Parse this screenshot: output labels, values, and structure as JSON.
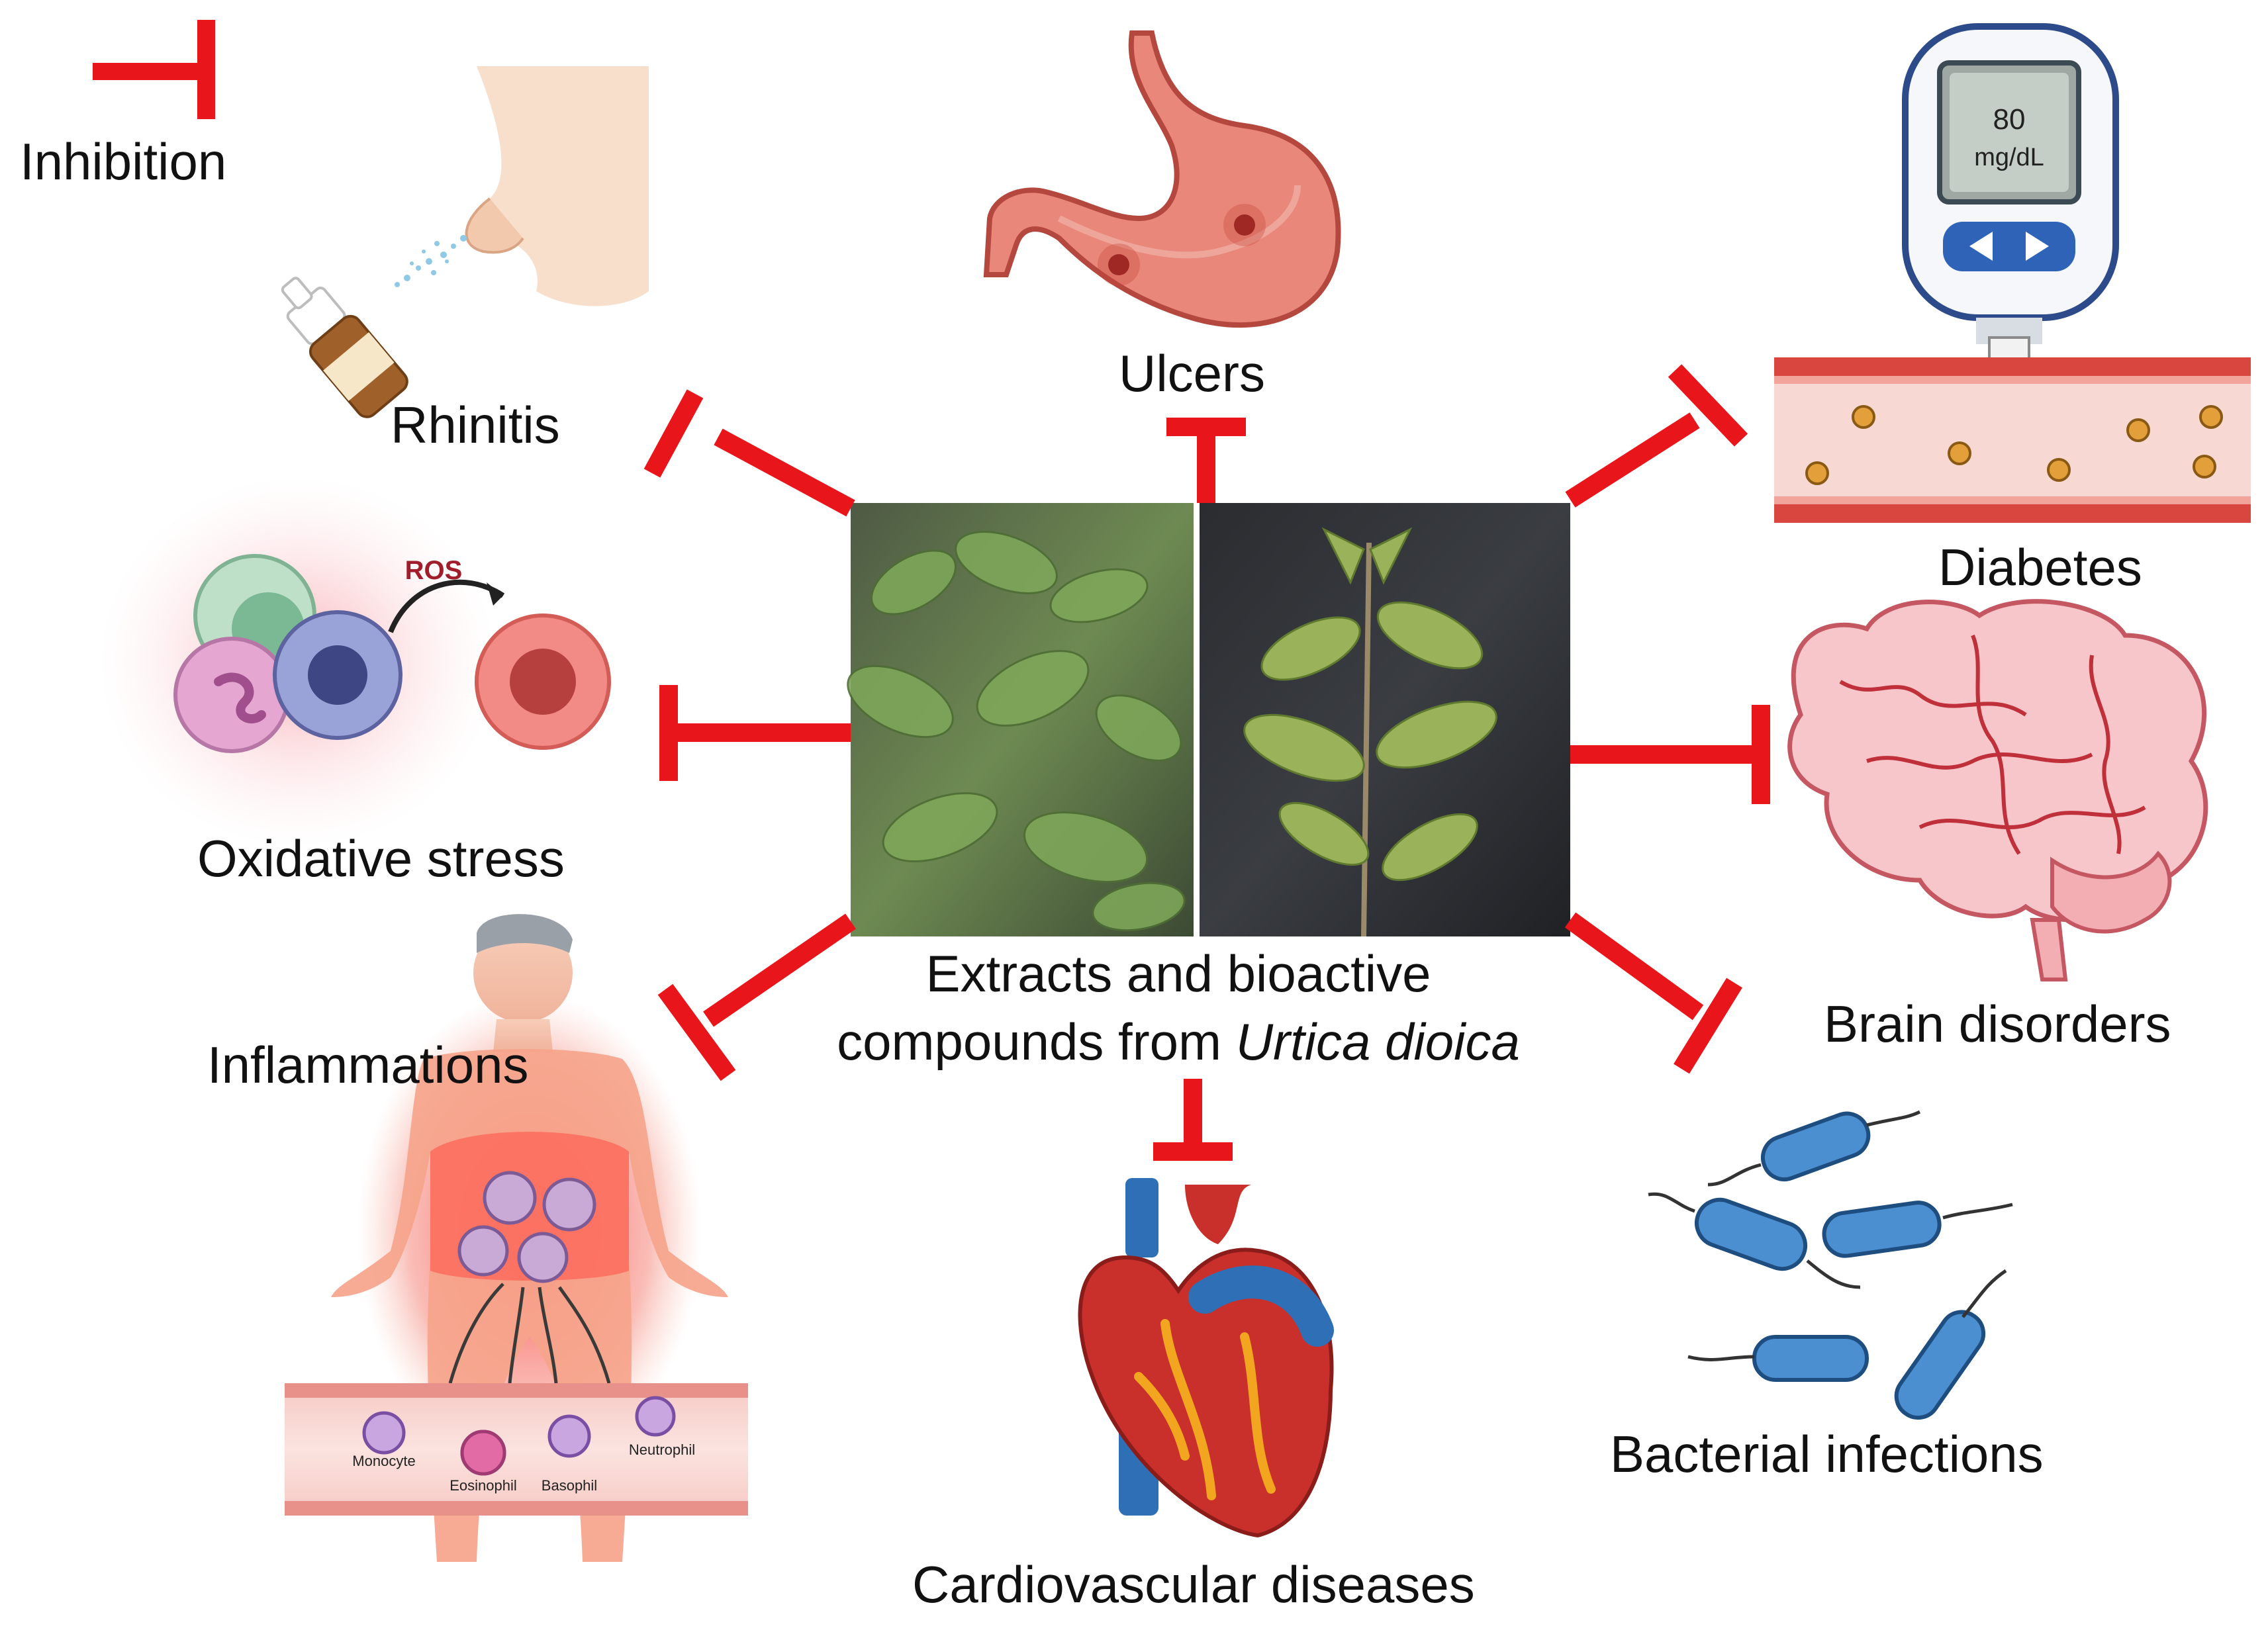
{
  "legend": {
    "label": "Inhibition",
    "color": "#e8151b"
  },
  "center": {
    "line1": "Extracts and bioactive",
    "line2_prefix": "compounds from ",
    "line2_italic": "Urtica dioica"
  },
  "targets": {
    "rhinitis": "Rhinitis",
    "ulcers": "Ulcers",
    "diabetes": "Diabetes",
    "oxidative_stress": "Oxidative stress",
    "brain_disorders": "Brain disorders",
    "inflammations": "Inflammations",
    "cardiovascular": "Cardiovascular diseases",
    "bacterial": "Bacterial infections"
  },
  "glucometer": {
    "value": "80",
    "unit": "mg/dL"
  },
  "oxidative": {
    "ros": "ROS"
  },
  "blood_cells": {
    "monocyte": "Monocyte",
    "eosinophil": "Eosinophil",
    "basophil": "Basophil",
    "neutrophil": "Neutrophil"
  },
  "colors": {
    "inhibition": "#e8151b",
    "stomach": "#e8877a",
    "heart_red": "#c9302c",
    "vessel_blue": "#2f6fb5",
    "bacteria": "#4b8fd0",
    "brain": "#f2b9bd",
    "leaf": "#6f9a4a"
  },
  "icons": [
    "inhibition-icon",
    "nose-spray-icon",
    "stomach-icon",
    "glucometer-icon",
    "immune-cells-icon",
    "brain-icon",
    "human-body-icon",
    "heart-icon",
    "bacteria-icon",
    "nettle-photo"
  ]
}
